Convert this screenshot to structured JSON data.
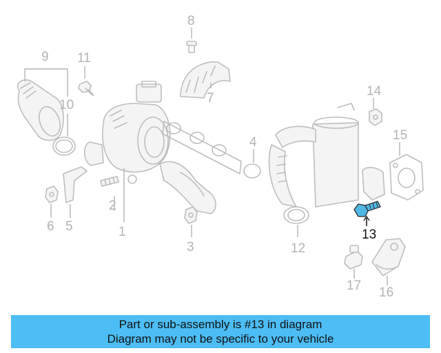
{
  "callouts": [
    "1",
    "2",
    "3",
    "4",
    "5",
    "6",
    "7",
    "8",
    "9",
    "10",
    "11",
    "12",
    "13",
    "14",
    "15",
    "16",
    "17"
  ],
  "highlighted_part": "13",
  "banner": {
    "line1": "Part or sub-assembly is #13 in diagram",
    "line2": "Diagram may not be specific to your vehicle"
  },
  "colors": {
    "banner_bg": "#4dbdf5",
    "highlight_part": "#4fb8e6",
    "outline": "#bdbdbd"
  }
}
